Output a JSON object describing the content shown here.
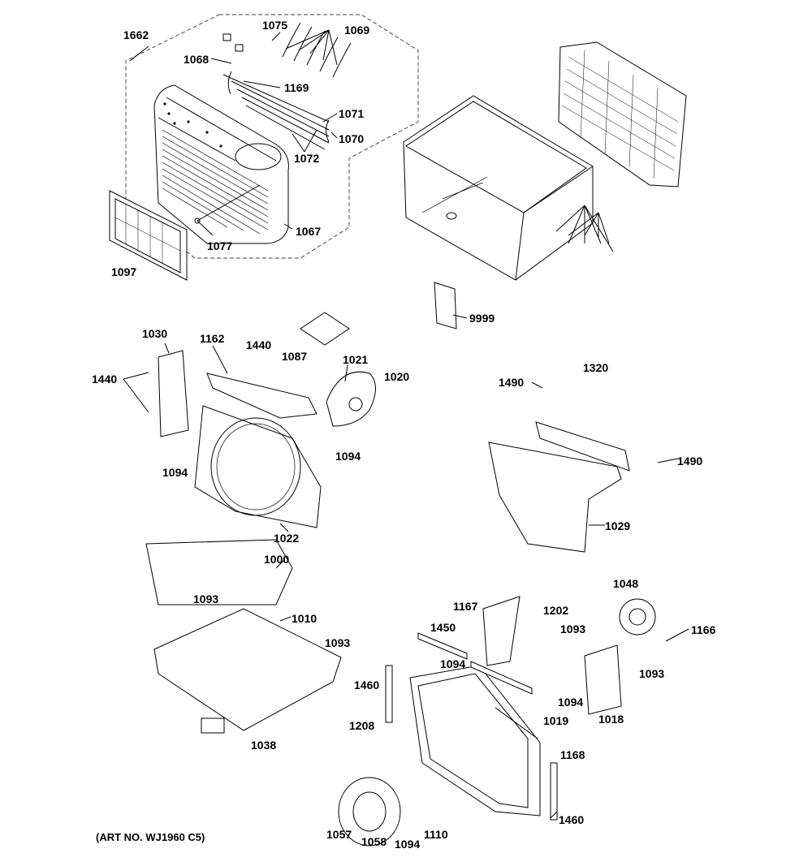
{
  "art_number": "(ART NO. WJ1960 C5)",
  "labels": {
    "l1662": "1662",
    "l1075": "1075",
    "l1069": "1069",
    "l1068": "1068",
    "l1169": "1169",
    "l1071": "1071",
    "l1070": "1070",
    "l1072": "1072",
    "l1067": "1067",
    "l1077": "1077",
    "l1097": "1097",
    "l9999": "9999",
    "l1030": "1030",
    "l1162": "1162",
    "l1440a": "1440",
    "l1440b": "1440",
    "l1087": "1087",
    "l1021": "1021",
    "l1020": "1020",
    "l1094a": "1094",
    "l1094b": "1094",
    "l1022": "1022",
    "l1000": "1000",
    "l1093a": "1093",
    "l1010": "1010",
    "l1093b": "1093",
    "l1038": "1038",
    "l1490a": "1490",
    "l1320": "1320",
    "l1490b": "1490",
    "l1029": "1029",
    "l1048": "1048",
    "l1166": "1166",
    "l1167": "1167",
    "l1202": "1202",
    "l1093c": "1093",
    "l1450": "1450",
    "l1094c": "1094",
    "l1093d": "1093",
    "l1460a": "1460",
    "l1094d": "1094",
    "l1019": "1019",
    "l1018": "1018",
    "l1208": "1208",
    "l1168": "1168",
    "l1460b": "1460",
    "l1057": "1057",
    "l1058": "1058",
    "l1094e": "1094",
    "l1110": "1110"
  }
}
